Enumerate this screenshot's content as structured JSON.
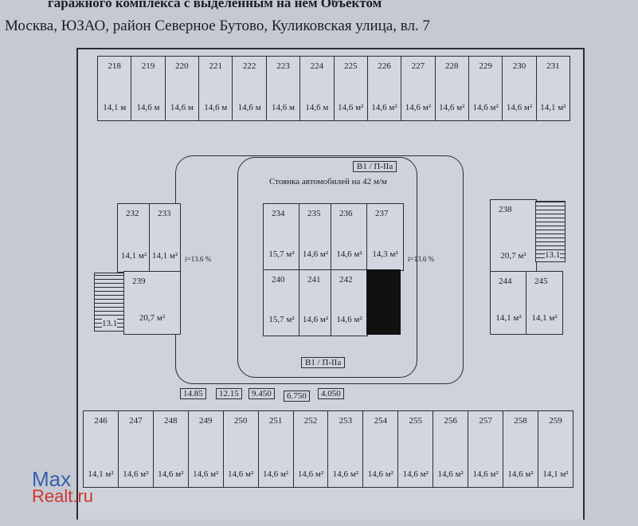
{
  "header": {
    "title": "гаражного комплекса с выделенным на нем Объектом",
    "address": "Москва, ЮЗАО, район Северное Бутово, Куликовская улица, вл. 7"
  },
  "top_row": [
    {
      "num": "218",
      "area": "14,1 м"
    },
    {
      "num": "219",
      "area": "14,6 м"
    },
    {
      "num": "220",
      "area": "14,6 м"
    },
    {
      "num": "221",
      "area": "14,6 м"
    },
    {
      "num": "222",
      "area": "14,6 м"
    },
    {
      "num": "223",
      "area": "14,6 м"
    },
    {
      "num": "224",
      "area": "14,6 м"
    },
    {
      "num": "225",
      "area": "14,6 м²"
    },
    {
      "num": "226",
      "area": "14,6 м²"
    },
    {
      "num": "227",
      "area": "14,6 м²"
    },
    {
      "num": "228",
      "area": "14,6 м²"
    },
    {
      "num": "229",
      "area": "14,6 м²"
    },
    {
      "num": "230",
      "area": "14,6 м²"
    },
    {
      "num": "231",
      "area": "14,1 м²"
    }
  ],
  "bottom_row": [
    {
      "num": "246",
      "area": "14,1 м²"
    },
    {
      "num": "247",
      "area": "14,6 м²"
    },
    {
      "num": "248",
      "area": "14,6 м²"
    },
    {
      "num": "249",
      "area": "14,6 м²"
    },
    {
      "num": "250",
      "area": "14,6 м²"
    },
    {
      "num": "251",
      "area": "14,6 м²"
    },
    {
      "num": "252",
      "area": "14,6 м²"
    },
    {
      "num": "253",
      "area": "14,6 м²"
    },
    {
      "num": "254",
      "area": "14,6 м²"
    },
    {
      "num": "255",
      "area": "14,6 м²"
    },
    {
      "num": "256",
      "area": "14,6 м²"
    },
    {
      "num": "257",
      "area": "14,6 м²"
    },
    {
      "num": "258",
      "area": "14,6 м²"
    },
    {
      "num": "259",
      "area": "14,1 м²"
    }
  ],
  "middle": {
    "boxes": [
      {
        "num": "232",
        "area": "14,1 м²"
      },
      {
        "num": "233",
        "area": "14,1 м²"
      },
      {
        "num": "239",
        "area": "20,7 м²"
      },
      {
        "num": "234",
        "area": "15,7 м²"
      },
      {
        "num": "235",
        "area": "14,6 м²"
      },
      {
        "num": "236",
        "area": "14,6 м²"
      },
      {
        "num": "237",
        "area": "14,3 м²"
      },
      {
        "num": "240",
        "area": "15,7 м²"
      },
      {
        "num": "241",
        "area": "14,6 м²"
      },
      {
        "num": "242",
        "area": "14,6 м²"
      },
      {
        "num": "238",
        "area": "20,7 м²"
      },
      {
        "num": "244",
        "area": "14,1 м²"
      },
      {
        "num": "245",
        "area": "14,1 м²"
      }
    ],
    "stair_left": "13.1",
    "stair_right": "13.1",
    "ramp_slope": "i=13.6 %",
    "highlight_color": "#111111"
  },
  "labels": {
    "axis_tag": "В1 / П-IIа",
    "parking": "Стоянка автомобилей на 42 м/м"
  },
  "dimensions": [
    "14.85",
    "12.15",
    "9.450",
    "6.750",
    "4.050"
  ],
  "watermark": {
    "line1": "Max",
    "line2": "Realt.ru"
  }
}
